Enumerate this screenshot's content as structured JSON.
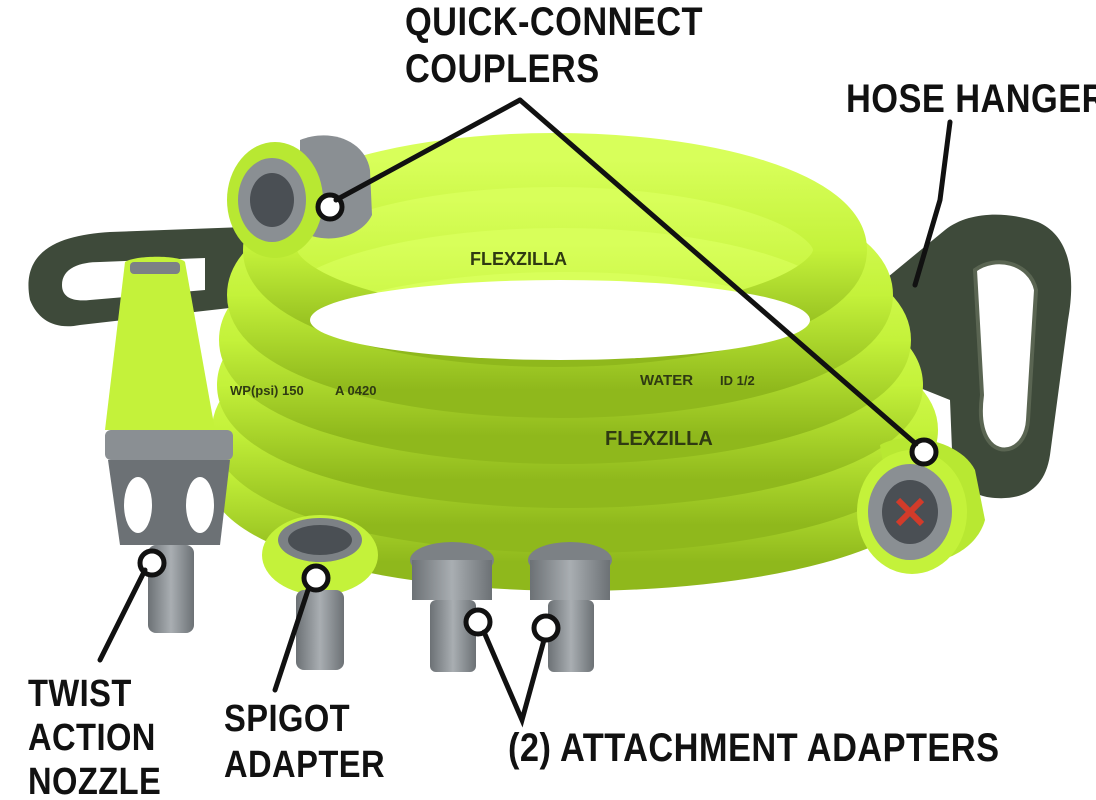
{
  "labels": {
    "quick_connect_couplers": [
      "QUICK-CONNECT",
      "COUPLERS"
    ],
    "hose_hanger": "HOSE HANGER",
    "twist_action_nozzle": [
      "TWIST",
      "ACTION",
      "NOZZLE"
    ],
    "spigot_adapter": [
      "SPIGOT",
      "ADAPTER"
    ],
    "attachment_adapters": "(2) ATTACHMENT ADAPTERS"
  },
  "hose_printing": {
    "brand": "FLEXZILLA",
    "water": "WATER",
    "id": "ID 1/2",
    "pressure": "WP(psi) 150",
    "code": "A 0420"
  },
  "colors": {
    "hose": "#c4f23a",
    "hose_shadow": "#8fb81c",
    "fitting_gray": "#8a8f93",
    "fitting_dark": "#4a4f54",
    "hanger": "#3e4a3a",
    "label_text": "#111111"
  }
}
